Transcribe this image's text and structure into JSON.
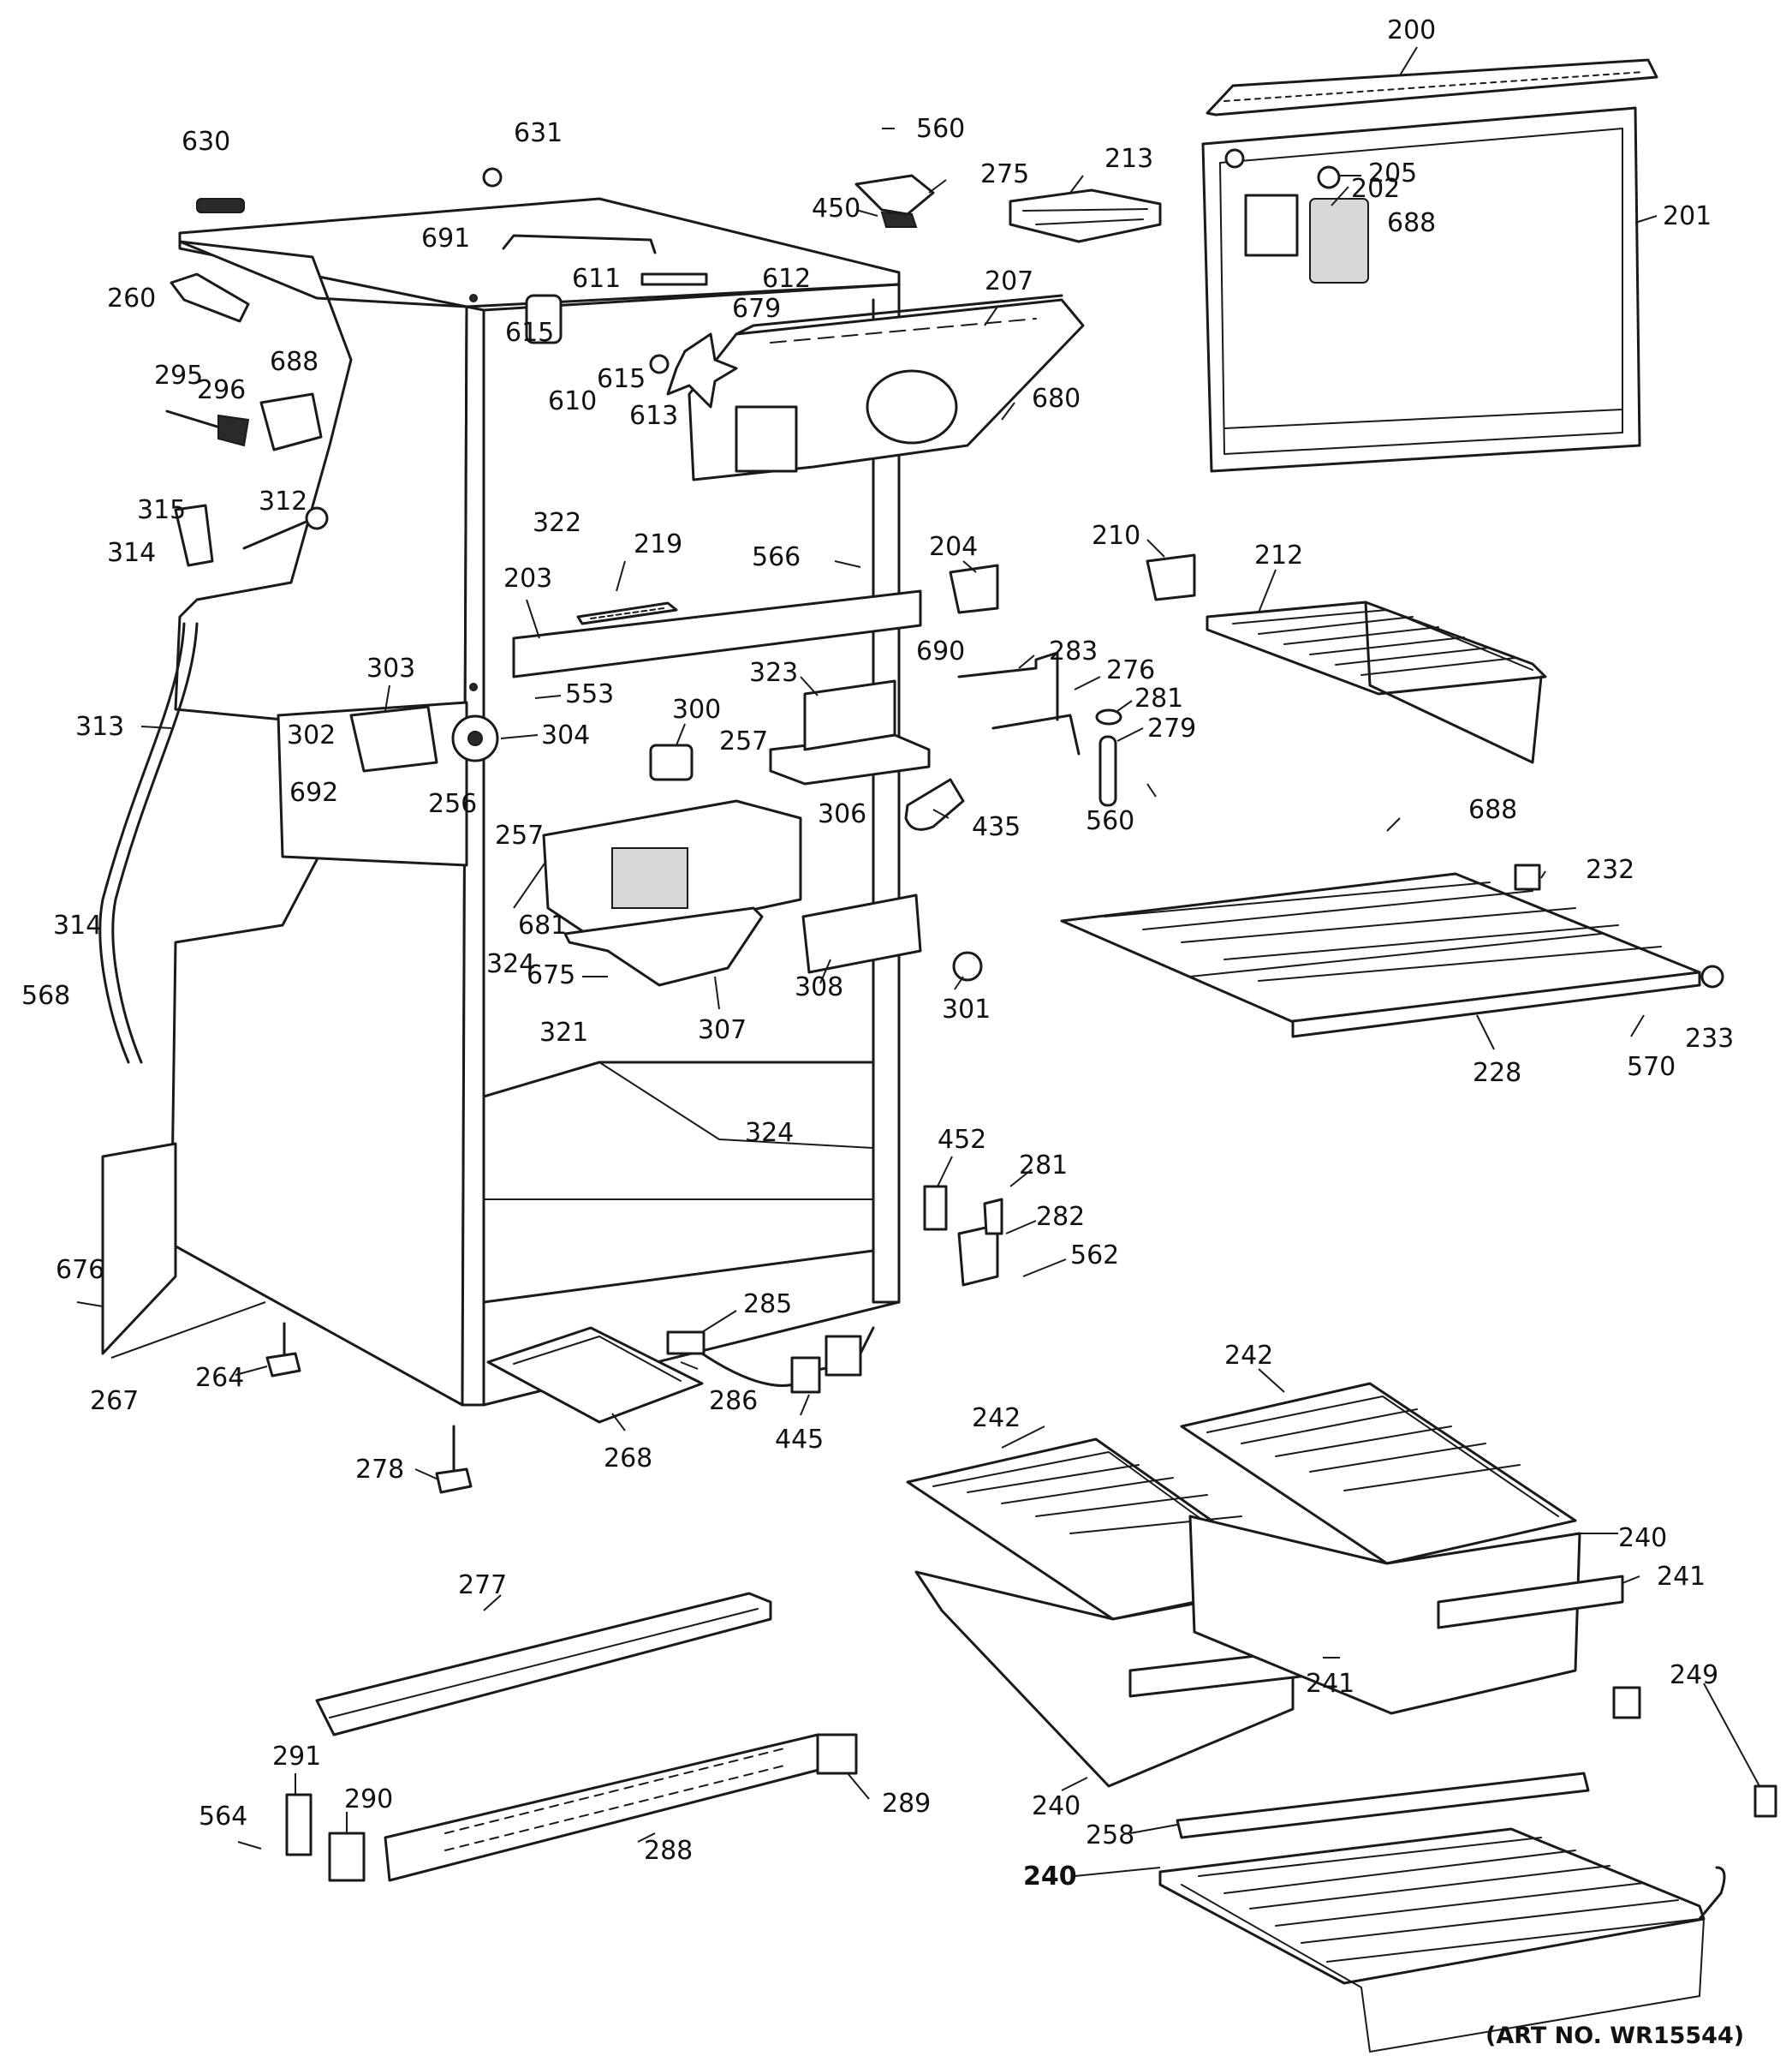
{
  "art_number": "(ART NO. WR15544)",
  "callouts": [
    {
      "id": "630",
      "label": "630"
    },
    {
      "id": "631",
      "label": "631"
    },
    {
      "id": "691",
      "label": "691"
    },
    {
      "id": "611",
      "label": "611"
    },
    {
      "id": "612",
      "label": "612"
    },
    {
      "id": "679",
      "label": "679"
    },
    {
      "id": "615a",
      "label": "615"
    },
    {
      "id": "610",
      "label": "610"
    },
    {
      "id": "615b",
      "label": "615"
    },
    {
      "id": "613",
      "label": "613"
    },
    {
      "id": "260",
      "label": "260"
    },
    {
      "id": "688a",
      "label": "688"
    },
    {
      "id": "295",
      "label": "295"
    },
    {
      "id": "296",
      "label": "296"
    },
    {
      "id": "315",
      "label": "315"
    },
    {
      "id": "312",
      "label": "312"
    },
    {
      "id": "314a",
      "label": "314"
    },
    {
      "id": "322",
      "label": "322"
    },
    {
      "id": "560a",
      "label": "560"
    },
    {
      "id": "275",
      "label": "275"
    },
    {
      "id": "450",
      "label": "450"
    },
    {
      "id": "213",
      "label": "213"
    },
    {
      "id": "200",
      "label": "200"
    },
    {
      "id": "205",
      "label": "205"
    },
    {
      "id": "202",
      "label": "202"
    },
    {
      "id": "688b",
      "label": "688"
    },
    {
      "id": "201",
      "label": "201"
    },
    {
      "id": "207",
      "label": "207"
    },
    {
      "id": "680",
      "label": "680"
    },
    {
      "id": "219",
      "label": "219"
    },
    {
      "id": "203",
      "label": "203"
    },
    {
      "id": "566",
      "label": "566"
    },
    {
      "id": "204",
      "label": "204"
    },
    {
      "id": "210",
      "label": "210"
    },
    {
      "id": "212",
      "label": "212"
    },
    {
      "id": "313",
      "label": "313"
    },
    {
      "id": "303",
      "label": "303"
    },
    {
      "id": "302",
      "label": "302"
    },
    {
      "id": "304",
      "label": "304"
    },
    {
      "id": "553",
      "label": "553"
    },
    {
      "id": "323",
      "label": "323"
    },
    {
      "id": "690",
      "label": "690"
    },
    {
      "id": "283",
      "label": "283"
    },
    {
      "id": "276",
      "label": "276"
    },
    {
      "id": "281a",
      "label": "281"
    },
    {
      "id": "279",
      "label": "279"
    },
    {
      "id": "300",
      "label": "300"
    },
    {
      "id": "257a",
      "label": "257"
    },
    {
      "id": "692",
      "label": "692"
    },
    {
      "id": "256",
      "label": "256"
    },
    {
      "id": "257b",
      "label": "257"
    },
    {
      "id": "306",
      "label": "306"
    },
    {
      "id": "435",
      "label": "435"
    },
    {
      "id": "560b",
      "label": "560"
    },
    {
      "id": "688c",
      "label": "688"
    },
    {
      "id": "232",
      "label": "232"
    },
    {
      "id": "681",
      "label": "681"
    },
    {
      "id": "324a",
      "label": "324"
    },
    {
      "id": "675",
      "label": "675"
    },
    {
      "id": "307",
      "label": "307"
    },
    {
      "id": "308",
      "label": "308"
    },
    {
      "id": "301",
      "label": "301"
    },
    {
      "id": "314b",
      "label": "314"
    },
    {
      "id": "568",
      "label": "568"
    },
    {
      "id": "321",
      "label": "321"
    },
    {
      "id": "228",
      "label": "228"
    },
    {
      "id": "570",
      "label": "570"
    },
    {
      "id": "233",
      "label": "233"
    },
    {
      "id": "324b",
      "label": "324"
    },
    {
      "id": "452",
      "label": "452"
    },
    {
      "id": "281b",
      "label": "281"
    },
    {
      "id": "282",
      "label": "282"
    },
    {
      "id": "562",
      "label": "562"
    },
    {
      "id": "676",
      "label": "676"
    },
    {
      "id": "285",
      "label": "285"
    },
    {
      "id": "264",
      "label": "264"
    },
    {
      "id": "267",
      "label": "267"
    },
    {
      "id": "286",
      "label": "286"
    },
    {
      "id": "445",
      "label": "445"
    },
    {
      "id": "268",
      "label": "268"
    },
    {
      "id": "278",
      "label": "278"
    },
    {
      "id": "242a",
      "label": "242"
    },
    {
      "id": "242b",
      "label": "242"
    },
    {
      "id": "240a",
      "label": "240"
    },
    {
      "id": "241a",
      "label": "241"
    },
    {
      "id": "241b",
      "label": "241"
    },
    {
      "id": "277",
      "label": "277"
    },
    {
      "id": "249",
      "label": "249"
    },
    {
      "id": "240b",
      "label": "240"
    },
    {
      "id": "258",
      "label": "258"
    },
    {
      "id": "240c",
      "label": "240"
    },
    {
      "id": "564",
      "label": "564"
    },
    {
      "id": "291",
      "label": "291"
    },
    {
      "id": "290",
      "label": "290"
    },
    {
      "id": "289",
      "label": "289"
    },
    {
      "id": "288",
      "label": "288"
    }
  ]
}
